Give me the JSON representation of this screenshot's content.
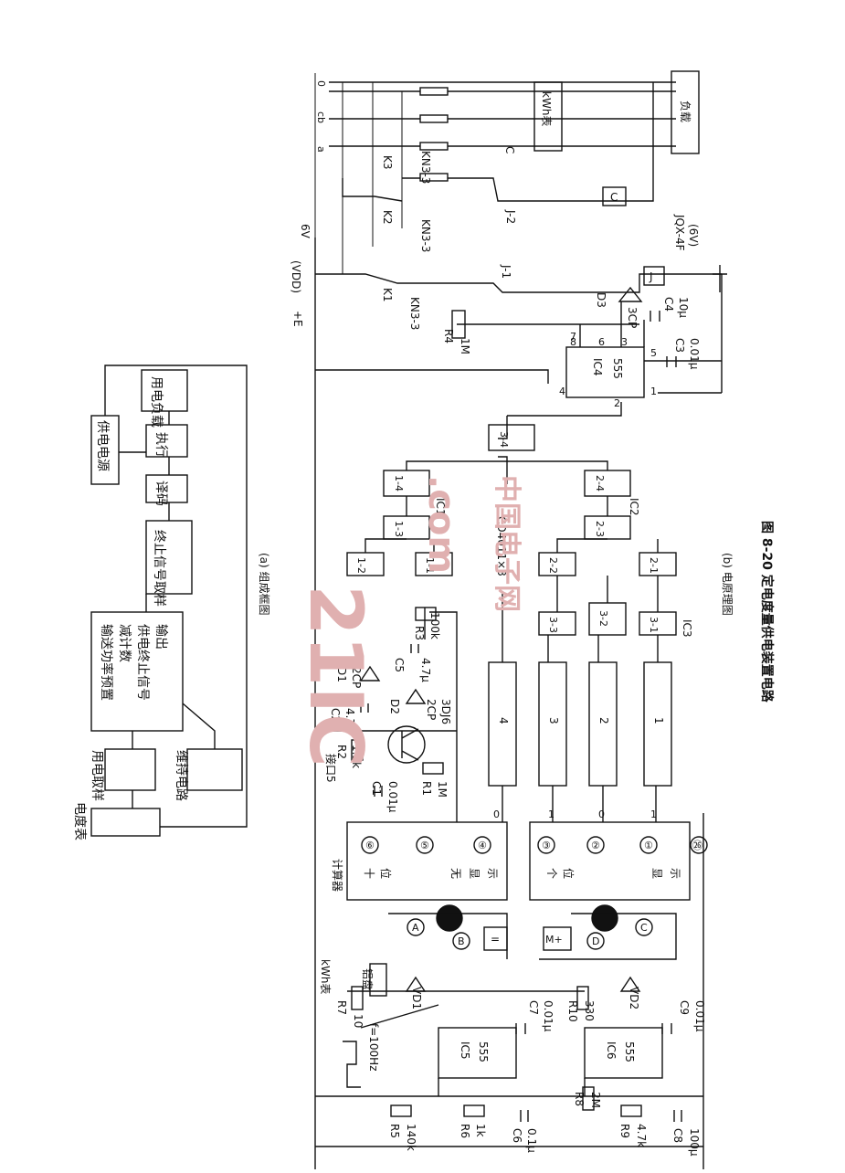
{
  "figure": {
    "caption": "图 8-20  定电度量供电装置电路",
    "sub_a": "(a) 组成框图",
    "sub_b": "(b) 电原理图"
  },
  "watermark": {
    "main": "21IC",
    "sub": "中国电子网",
    "dot": ".com"
  },
  "block_diagram": {
    "meter": "电度表",
    "sample": "用电取样",
    "preset": [
      "输送功率预置",
      "减计数",
      "供电终止信号",
      "输出"
    ],
    "hold": "维持电路",
    "stop_sample": "终止信号取样",
    "decode": "译码",
    "exec": "执行",
    "power": "供电电源",
    "load": "用电负载"
  },
  "schematic": {
    "phases": [
      "0",
      "c",
      "b",
      "a"
    ],
    "kwh_meter": "kWh表",
    "load": "负载",
    "k3": "K3",
    "k2": "K2",
    "k1": "K1",
    "kn3a": "KN3-3",
    "kn3b": "KN3-3",
    "kn3c": "KN3-3",
    "c_label": "C",
    "contactor": "C",
    "j2": "J-2",
    "j1": "J-1",
    "six_v": "6V",
    "vdd": "(VDD)",
    "plus_e": "+E",
    "relay": "J",
    "relay_type": [
      "JQX-4F",
      "(6V)"
    ],
    "d3": [
      "D3",
      "3CP"
    ],
    "c4": [
      "C4",
      "10μ"
    ],
    "r4": [
      "R4",
      "1M"
    ],
    "c3": [
      "C3",
      "0.01μ"
    ],
    "ic4": [
      "IC4",
      "555"
    ],
    "ic4_pins": [
      "8",
      "7",
      "6",
      "3",
      "4",
      "2",
      "1",
      "5"
    ],
    "gates": {
      "g3_4": "3-4",
      "g1_4": "1-4",
      "g2_4": "2-4",
      "g1_3": "1-3",
      "g2_3": "2-3",
      "g1_2": "1-2",
      "g1_1": "1-1",
      "g2_2": "2-2",
      "g2_1": "2-1",
      "g3_3": "3-3",
      "g3_2": "3-2",
      "g3_1": "3-1"
    },
    "ic1": "IC1",
    "ic2": "IC2",
    "ic3": "IC3",
    "cd4011": "CD4011×3",
    "bus_labels": [
      "4",
      "3",
      "2",
      "1"
    ],
    "r3": [
      "R3",
      "100k"
    ],
    "c5": [
      "C5",
      "4.7μ"
    ],
    "d1": [
      "D1",
      "2CP"
    ],
    "d2": [
      "D2",
      "2CP"
    ],
    "t1": "3DJ6",
    "c2": [
      "C2",
      "4.7μ"
    ],
    "r2": [
      "R2",
      "1.5k"
    ],
    "port5": "接口5",
    "c1": [
      "C1",
      "0.01μ"
    ],
    "r1": [
      "R1",
      "1M"
    ],
    "counter": "计算器",
    "tens": [
      "十",
      "位",
      "无",
      "显",
      "示"
    ],
    "ones": [
      "个",
      "位",
      "显",
      "示"
    ],
    "pins": [
      "⑥",
      "⑤",
      "④",
      "③",
      "②",
      "①",
      "㉖"
    ],
    "pin_levels": [
      "0",
      "1",
      "0",
      "1"
    ],
    "btn_a": "A",
    "btn_b": "B",
    "btn_c": "C",
    "btn_d": "D",
    "key_eq": "=",
    "key_mplus": "M+",
    "kwh2": "kWh表",
    "aluminum": "铝盘",
    "vd1": "VD1",
    "vd2": "VD2",
    "r7": [
      "R7",
      "10"
    ],
    "r10": [
      "R10",
      "330"
    ],
    "freq": "f=100Hz",
    "ic5": [
      "IC5",
      "555"
    ],
    "ic6": [
      "IC6",
      "555"
    ],
    "c7": [
      "C7",
      "0.01μ"
    ],
    "c9": [
      "C9",
      "0.01μ"
    ],
    "r5": [
      "R5",
      "140k"
    ],
    "r6": [
      "R6",
      "1k"
    ],
    "c6": [
      "C6",
      "0.1μ"
    ],
    "r8": [
      "R8",
      "2M"
    ],
    "r9": [
      "R9",
      "4.7k"
    ],
    "c8": [
      "C8",
      "100μ"
    ]
  }
}
